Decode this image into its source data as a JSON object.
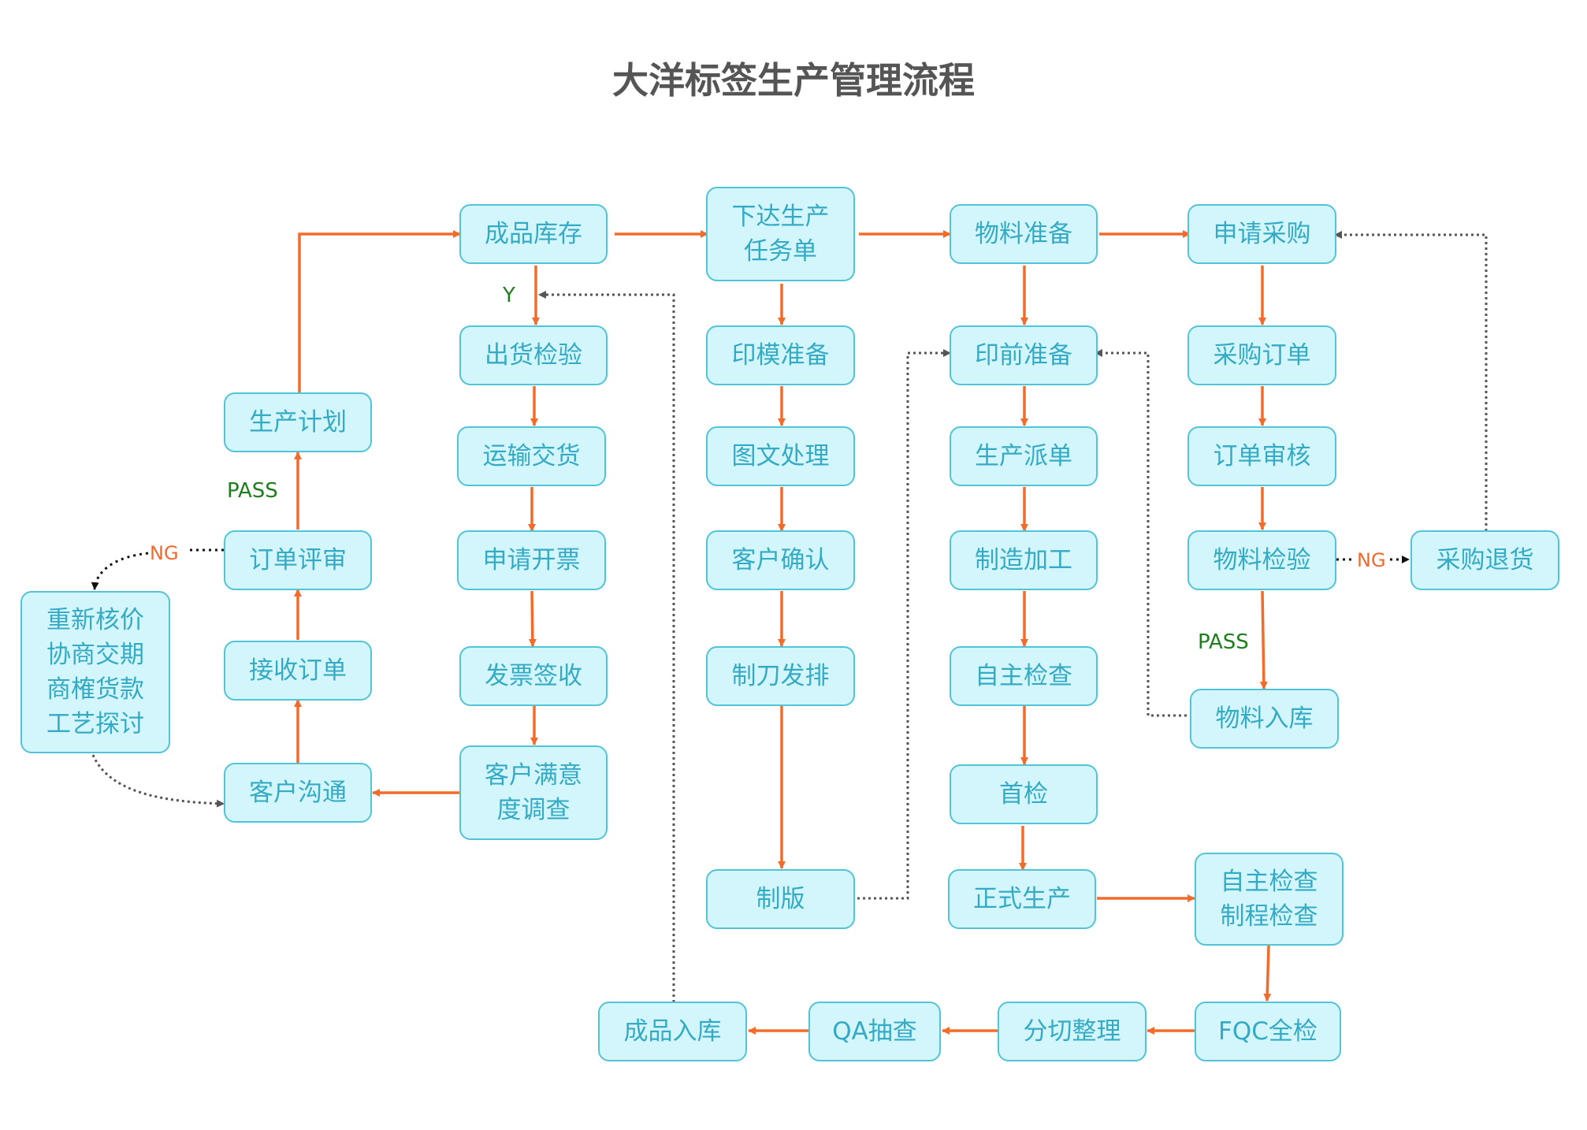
{
  "title": "大洋标签生产管理流程",
  "colors": {
    "flow": "#f26b2a",
    "loop": "#555555",
    "node_fill": "#d2f6fb",
    "node_border": "#52c4d7",
    "node_text": "#35aac4",
    "pass_label": "#1e7e1e",
    "ng_label": "#ef6a2c"
  },
  "nodes": {
    "chengpin_kucun": "成品库存",
    "xiada_shengchan": "下达生产\n任务单",
    "wuliao_zhunbei": "物料准备",
    "shenqing_caigou": "申请采购",
    "chuhuo_jianyan": "出货检验",
    "yinmo_zhunbei": "印模准备",
    "yinqian_zhunbei": "印前准备",
    "caigou_dingdan": "采购订单",
    "shengchan_jihua": "生产计划",
    "yunshu_jiaohuo": "运输交货",
    "tuwen_chuli": "图文处理",
    "shengchan_paidan": "生产派单",
    "dingdan_shenhe": "订单审核",
    "dingdan_pingshen": "订单评审",
    "shenqing_kaipiao": "申请开票",
    "kehu_queren": "客户确认",
    "zhizao_jiagong": "制造加工",
    "wuliao_jianyan": "物料检验",
    "caigou_tuihuo": "采购退货",
    "chongxin_hejia": "重新核价\n协商交期\n商榷货款\n工艺探讨",
    "jieshou_dingdan": "接收订单",
    "fapiao_qianshou": "发票签收",
    "zhidao_fapai": "制刀发排",
    "zizhu_jiancha": "自主检查",
    "wuliao_ruku": "物料入库",
    "kehu_goutong": "客户沟通",
    "kehu_manyi": "客户满意\n度调查",
    "shoujian": "首检",
    "zhiban": "制版",
    "zhengshi_shengchan": "正式生产",
    "zizhu_zhicheng": "自主检查\n制程检查",
    "chengpin_ruku": "成品入库",
    "qa_choucha": "QA抽查",
    "fenqie_zhengli": "分切整理",
    "fqc_quanjian": "FQC全检"
  },
  "labels": {
    "y": "Y",
    "pass_left": "PASS",
    "ng_left": "NG",
    "ng_right": "NG",
    "pass_right": "PASS"
  }
}
